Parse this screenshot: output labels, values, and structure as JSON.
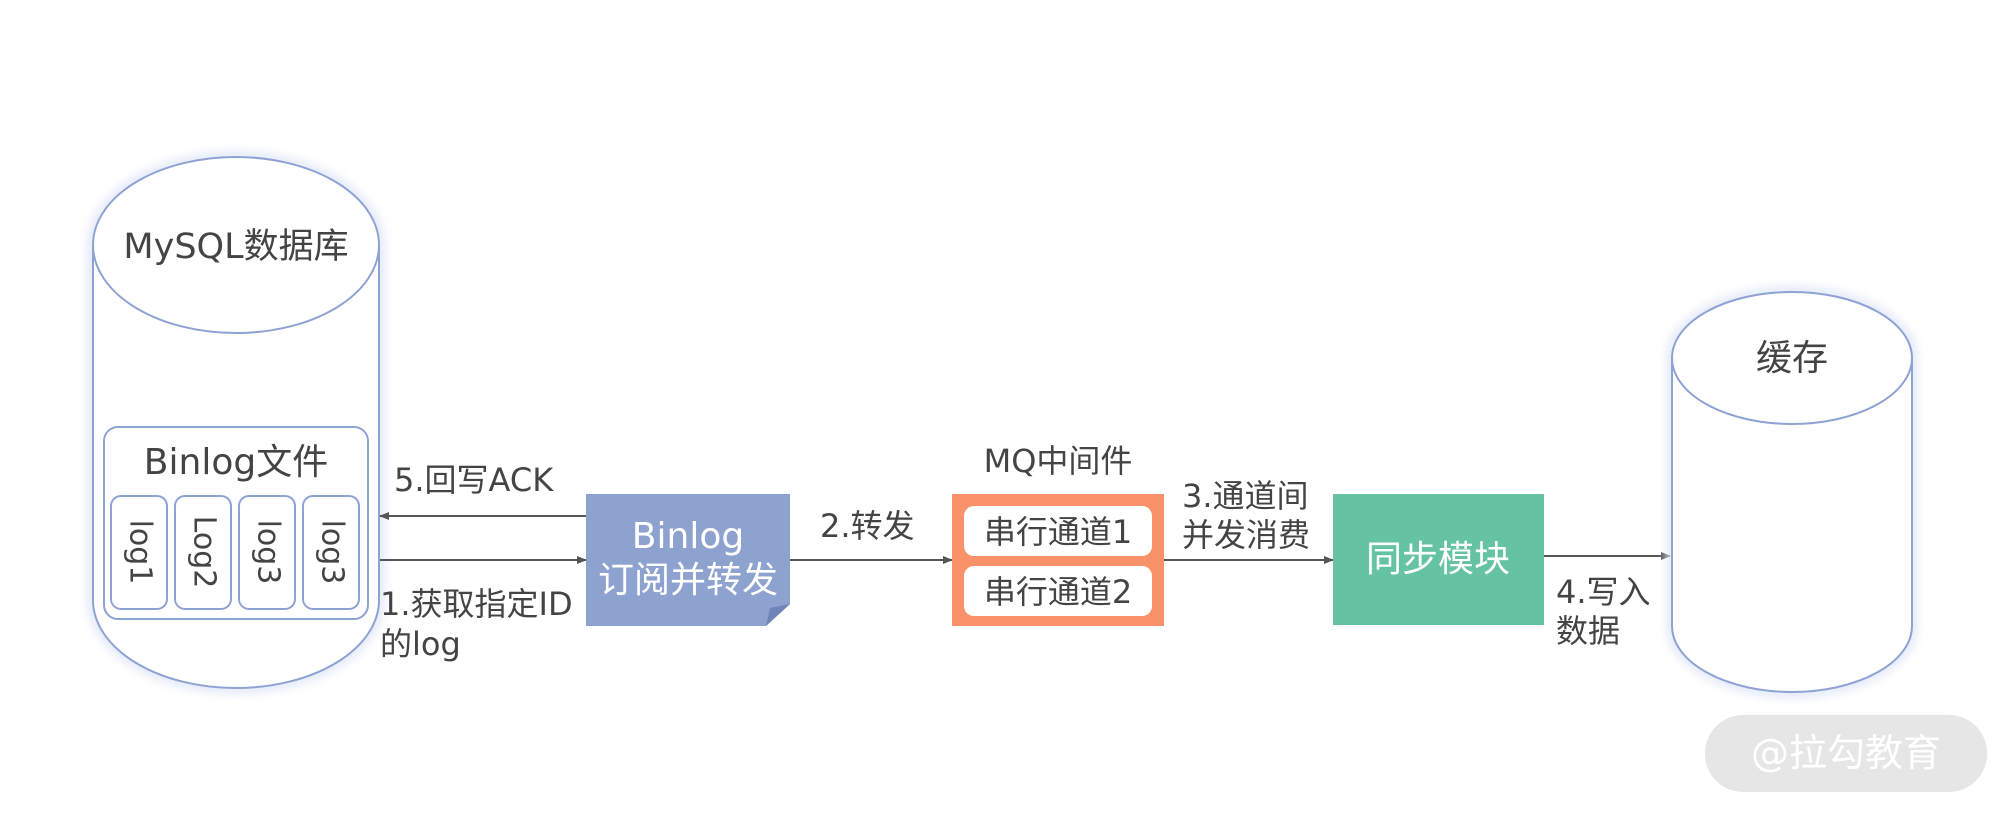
{
  "colors": {
    "cylinder_stroke": "#8ea2d3",
    "cylinder_glow": "#dfe6f8",
    "binlog_node": "#8ea2cf",
    "mq_border": "#f99269",
    "sync_node": "#65c3a3",
    "arrow": "#555555",
    "text": "#444444",
    "watermark_bg": "#e6e6e6"
  },
  "mysql": {
    "title": "MySQL数据库",
    "binlog_file_label": "Binlog文件",
    "logs": [
      "log1",
      "Log2",
      "log3",
      "log3"
    ]
  },
  "binlog_node": {
    "line1": "Binlog",
    "line2": "订阅并转发"
  },
  "mq": {
    "title": "MQ中间件",
    "channels": [
      "串行通道1",
      "串行通道2"
    ]
  },
  "sync_module": {
    "label": "同步模块"
  },
  "cache": {
    "title": "缓存"
  },
  "edges": {
    "ack": "5.回写ACK",
    "fetch_line1": "1.获取指定ID",
    "fetch_line2": "的log",
    "forward": "2.转发",
    "consume_line1": "3.通道间",
    "consume_line2": "并发消费",
    "write_line1": "4.写入",
    "write_line2": "数据"
  },
  "watermark": {
    "text": "@拉勾教育"
  }
}
